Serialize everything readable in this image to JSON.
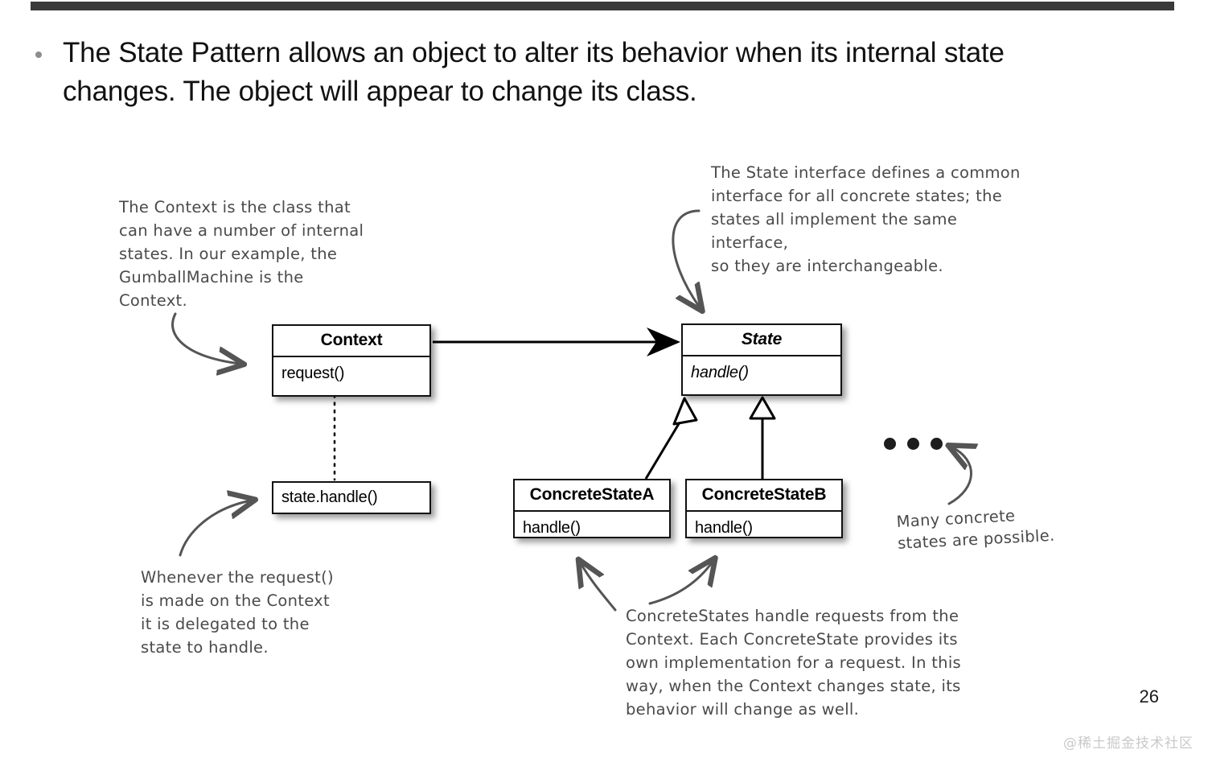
{
  "slide": {
    "bullet": {
      "marker": "bullet-dot",
      "text": "The State Pattern allows an object to alter its behavior when its internal state changes. The object will appear to change its class."
    },
    "page_number": "26",
    "watermark": "@稀土掘金技术社区",
    "top_bar_color": "#3a3a3a"
  },
  "diagram": {
    "title": "State Pattern UML class diagram",
    "classes": [
      {
        "key": "context",
        "name": "Context",
        "abstract": false,
        "members": [
          "request()"
        ]
      },
      {
        "key": "state",
        "name": "State",
        "abstract": true,
        "members": [
          "handle()"
        ]
      },
      {
        "key": "concrete_state_a",
        "name": "ConcreteStateA",
        "abstract": false,
        "members": [
          "handle()"
        ]
      },
      {
        "key": "concrete_state_b",
        "name": "ConcreteStateB",
        "abstract": false,
        "members": [
          "handle()"
        ]
      }
    ],
    "note_box": {
      "key": "state_handle_call",
      "text": "state.handle()"
    },
    "ellipsis": "• • •",
    "relations": [
      {
        "from": "Context",
        "to": "State",
        "type": "association",
        "arrow": "filled-open-arrow"
      },
      {
        "from": "ConcreteStateA",
        "to": "State",
        "type": "generalization",
        "arrow": "hollow-triangle"
      },
      {
        "from": "ConcreteStateB",
        "to": "State",
        "type": "generalization",
        "arrow": "hollow-triangle"
      },
      {
        "from": "Context",
        "to": "state.handle()",
        "type": "dependency",
        "arrow": "dotted-line"
      }
    ]
  },
  "annotations": {
    "context_note": "The Context is the class that\ncan have a number of internal\nstates.  In our example, the\nGumballMachine is the Context.",
    "state_note": "The State interface defines a common\ninterface for all concrete states;  the\nstates all implement the same interface,\nso they are interchangeable.",
    "whenever_note": "Whenever the request()\nis made on the Context\nit is delegated to the\nstate to handle.",
    "concrete_note": "ConcreteStates handle requests from the\nContext. Each ConcreteState provides its\nown implementation for a request.  In this\nway, when the Context changes state, its\nbehavior will change as well.",
    "many_note": "Many concrete\nstates are possible."
  },
  "colors": {
    "ink": "#111111",
    "handwriting": "#4a4a4a",
    "bar": "#3a3a3a",
    "watermark": "#c9c9c9",
    "bullet": "#8d8d8d"
  }
}
